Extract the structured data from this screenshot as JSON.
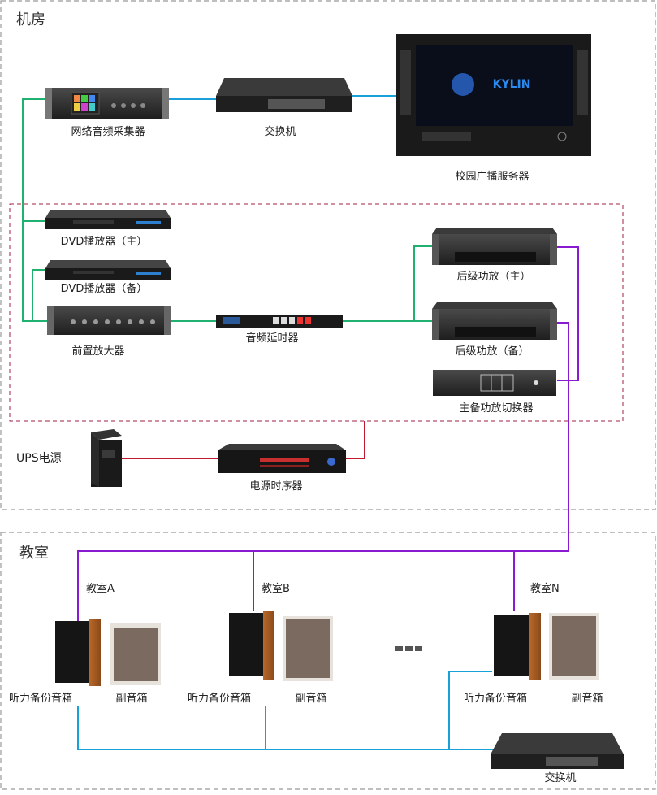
{
  "sections": {
    "machine_room": "机房",
    "classroom": "教室"
  },
  "devices": {
    "audio_collector": "网络音频采集器",
    "switch_top": "交换机",
    "server": "校园广播服务器",
    "server_logo": "KYLIN",
    "dvd_main": "DVD播放器（主）",
    "dvd_backup": "DVD播放器（备）",
    "preamp": "前置放大器",
    "delay": "音频延时器",
    "amp_main": "后级功放（主）",
    "amp_backup": "后级功放（备）",
    "amp_switcher": "主备功放切换器",
    "ups": "UPS电源",
    "sequencer": "电源时序器",
    "switch_bottom": "交换机"
  },
  "classrooms": [
    {
      "name": "教室A",
      "backup_speaker": "听力备份音箱",
      "sub_speaker": "副音箱"
    },
    {
      "name": "教室B",
      "backup_speaker": "听力备份音箱",
      "sub_speaker": "副音箱"
    },
    {
      "name": "教室N",
      "backup_speaker": "听力备份音箱",
      "sub_speaker": "副音箱"
    }
  ],
  "colors": {
    "green_link": "#20b070",
    "blue_link": "#1aa0d8",
    "purple_link": "#8a1ad0",
    "red_link": "#c01830",
    "section_border": "#999999",
    "group_border": "#a02040"
  }
}
